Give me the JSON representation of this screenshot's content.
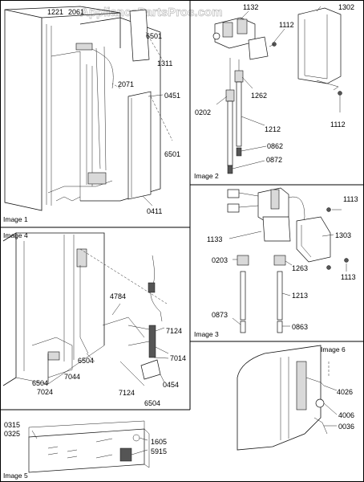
{
  "watermark": "AppliancePartsPros.com",
  "panels": {
    "image1": {
      "caption": "Image 1",
      "labels": [
        "1221",
        "2061",
        "6501",
        "1311",
        "2071",
        "0451",
        "6501",
        "0411"
      ]
    },
    "image2": {
      "caption": "Image 2",
      "labels": [
        "1132",
        "1112",
        "1302",
        "1262",
        "0202",
        "1212",
        "0862",
        "0872",
        "1112"
      ]
    },
    "image3": {
      "caption": "Image 3",
      "labels": [
        "1113",
        "1303",
        "1133",
        "0203",
        "1263",
        "1113",
        "1213",
        "0873",
        "0863"
      ]
    },
    "image4": {
      "caption": "Image 4",
      "labels": [
        "4784",
        "7124",
        "7014",
        "6504",
        "6504",
        "7044",
        "7024",
        "7124",
        "0454",
        "6504"
      ]
    },
    "image5": {
      "caption": "Image 5",
      "labels": [
        "0315",
        "0325",
        "1605",
        "5915"
      ]
    },
    "image6": {
      "caption": "Image 6",
      "labels": [
        "4026",
        "4006",
        "0036"
      ]
    }
  }
}
